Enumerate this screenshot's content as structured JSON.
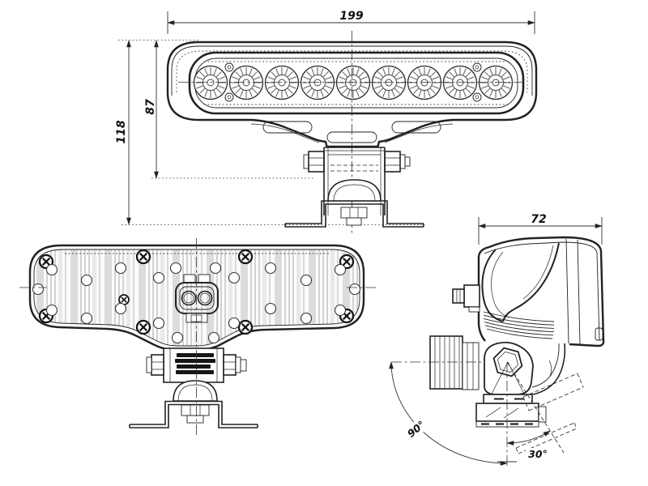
{
  "front_view": {
    "dim_width_mm": "199",
    "dim_body_height_mm": "87",
    "dim_total_height_mm": "118"
  },
  "side_view": {
    "dim_depth_mm": "72",
    "swivel_angle": "90°",
    "tilt_angle": "30°"
  },
  "colors": {
    "ink": "#222222",
    "paper": "#ffffff",
    "rib_shade": "#dcdcdc"
  }
}
